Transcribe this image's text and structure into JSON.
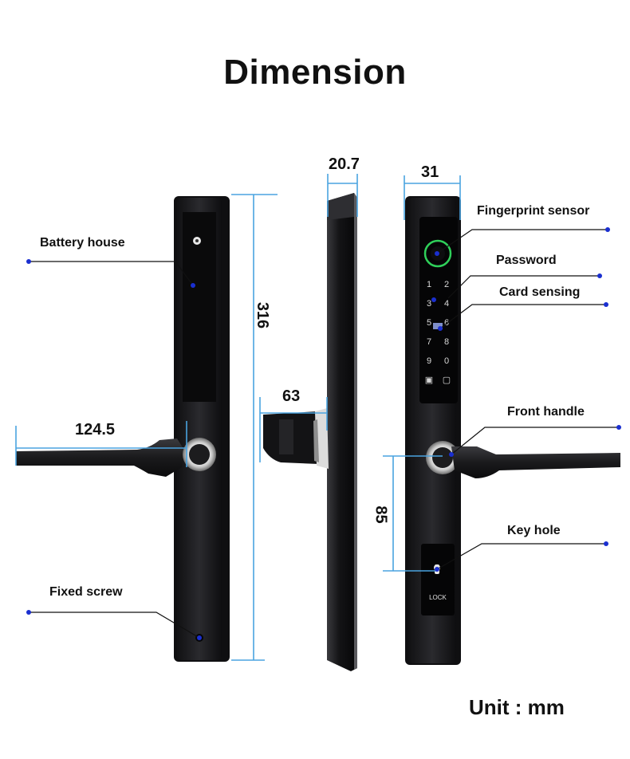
{
  "title": "Dimension",
  "unit_label": "Unit : mm",
  "dimensions": {
    "height": "316",
    "handle_length": "124.5",
    "thickness": "20.7",
    "width": "31",
    "handle_projection": "63",
    "handle_to_keyhole": "85"
  },
  "callouts": {
    "battery_house": "Battery house",
    "fixed_screw": "Fixed screw",
    "fingerprint_sensor": "Fingerprint sensor",
    "password": "Password",
    "card_sensing": "Card sensing",
    "front_handle": "Front handle",
    "key_hole": "Key hole"
  },
  "keypad": {
    "keys": [
      "1",
      "2",
      "3",
      "4",
      "5",
      "6",
      "7",
      "8",
      "9",
      "0"
    ],
    "lock_label": "LOCK"
  },
  "colors": {
    "lock_body": "#1b1b1d",
    "dimension_line": "#4aa3e0",
    "callout_dot": "#1a2fd0",
    "fingerprint_ring": "#2fd05a"
  }
}
